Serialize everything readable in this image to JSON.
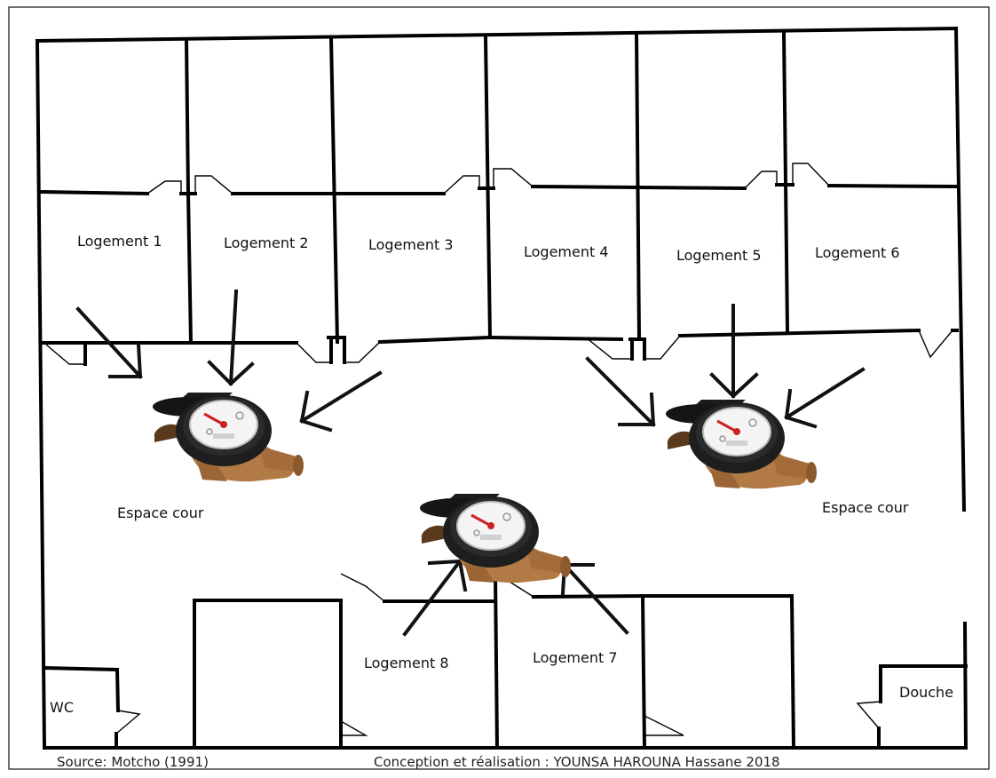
{
  "colors": {
    "wall": "#000000",
    "frame": "#111111",
    "meter_brass": "#b27a45",
    "meter_dark": "#1b1b1b",
    "meter_face": "#f4f4f4",
    "meter_needle": "#cc2222"
  },
  "icons": {
    "meter": "water-meter-icon",
    "arrow": "arrow-icon"
  },
  "rooms": [
    {
      "id": "logement-1",
      "label": "Logement 1"
    },
    {
      "id": "logement-2",
      "label": "Logement 2"
    },
    {
      "id": "logement-3",
      "label": "Logement 3"
    },
    {
      "id": "logement-4",
      "label": "Logement 4"
    },
    {
      "id": "logement-5",
      "label": "Logement 5"
    },
    {
      "id": "logement-6",
      "label": "Logement 6"
    },
    {
      "id": "logement-8",
      "label": "Logement 8"
    },
    {
      "id": "logement-7",
      "label": "Logement 7"
    }
  ],
  "courtyard": {
    "left": "Espace cour",
    "right": "Espace cour"
  },
  "facilities": {
    "wc": "WC",
    "douche": "Douche"
  },
  "captions": {
    "source": "Source: Motcho (1991)",
    "credit": "Conception et réalisation : YOUNSA HAROUNA Hassane 2018"
  }
}
